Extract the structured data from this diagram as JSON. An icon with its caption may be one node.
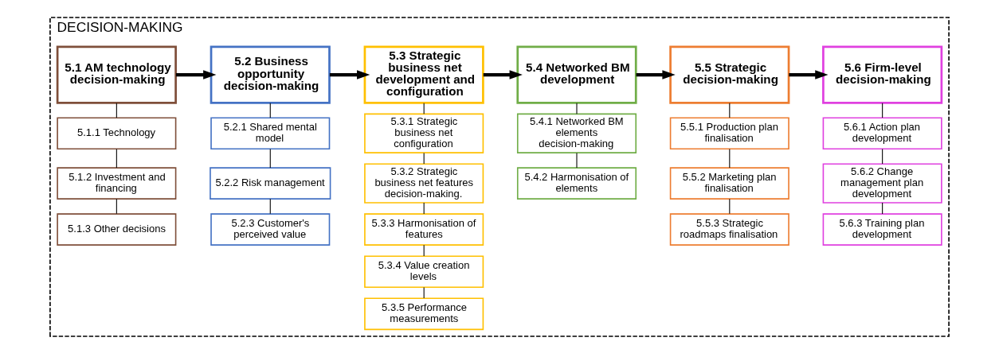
{
  "diagram": {
    "nodes": [
      {
        "text": [
          "DECISION-MAKING"
        ]
      },
      {
        "text": [
          "5.1 AM technology decision-making"
        ],
        "in": 0
      },
      {
        "text": [
          "5.1.1 Technology"
        ],
        "in": 0
      },
      {
        "text": [
          "5.1.2 Investment and financing"
        ],
        "in": 0
      },
      {
        "text": [
          "5.1.3 Other decisions"
        ],
        "in": 0
      },
      {
        "text": [
          "5.2 Business opportunity decision-making"
        ],
        "in": 0
      },
      {
        "text": [
          "5.2.1 Shared mental model"
        ],
        "in": 0
      },
      {
        "text": [
          "5.2.2 Risk management"
        ],
        "in": 0
      },
      {
        "text": [
          "5.2.3 Customer's perceived value"
        ],
        "in": 0
      },
      {
        "text": [
          "5.3 Strategic business net development and configuration"
        ],
        "in": 0
      },
      {
        "text": [
          "5.3.1 Strategic business net configuration"
        ],
        "in": 0
      },
      {
        "text": [
          "5.3.2 Strategic business net features decision-making."
        ],
        "in": 0
      },
      {
        "text": [
          "5.3.3 Harmonisation of features"
        ],
        "in": 0
      },
      {
        "text": [
          "5.3.4 Value creation levels"
        ],
        "in": 0
      },
      {
        "text": [
          "5.3.5 Performance measurements"
        ],
        "in": 0
      },
      {
        "text": [
          "5.4 Networked BM development"
        ],
        "in": 0
      },
      {
        "text": [
          "5.4.1 Networked BM elements decision-making"
        ],
        "in": 0
      },
      {
        "text": [
          "5.4.2 Harmonisation of elements"
        ],
        "in": 0
      },
      {
        "text": [
          "5.5 Strategic decision-making"
        ],
        "in": 0
      },
      {
        "text": [
          "5.5.1 Production plan finalisation"
        ],
        "in": 0
      },
      {
        "text": [
          "5.5.2 Marketing plan finalisation"
        ],
        "in": 0
      },
      {
        "text": [
          "5.5.3 Strategic roadmaps finalisation"
        ],
        "in": 0
      },
      {
        "text": [
          "5.6 Firm-level decision-making"
        ],
        "in": 0
      },
      {
        "text": [
          "5.6.1 Action plan development"
        ],
        "in": 0
      },
      {
        "text": [
          "5.6.2 Change management plan development"
        ],
        "in": 0
      },
      {
        "text": [
          "5.6.3 Training plan development"
        ],
        "in": 0
      }
    ],
    "edges": [
      {
        "from": 1,
        "to": 5,
        "arrow": "to",
        "style": "thick"
      },
      {
        "from": 5,
        "to": 9,
        "arrow": "to",
        "style": "thick"
      },
      {
        "from": 9,
        "to": 15,
        "arrow": "to",
        "style": "thick"
      },
      {
        "from": 15,
        "to": 18,
        "arrow": "to",
        "style": "thick"
      },
      {
        "from": 18,
        "to": 22,
        "arrow": "to",
        "style": "thick"
      },
      {
        "from": 1,
        "to": 2,
        "arrow": "none"
      },
      {
        "from": 2,
        "to": 3,
        "arrow": "none"
      },
      {
        "from": 3,
        "to": 4,
        "arrow": "none"
      },
      {
        "from": 5,
        "to": 6,
        "arrow": "none"
      },
      {
        "from": 6,
        "to": 7,
        "arrow": "none"
      },
      {
        "from": 7,
        "to": 8,
        "arrow": "none"
      },
      {
        "from": 9,
        "to": 10,
        "arrow": "none"
      },
      {
        "from": 10,
        "to": 11,
        "arrow": "none"
      },
      {
        "from": 11,
        "to": 12,
        "arrow": "none"
      },
      {
        "from": 12,
        "to": 13,
        "arrow": "none"
      },
      {
        "from": 13,
        "to": 14,
        "arrow": "none"
      },
      {
        "from": 15,
        "to": 16,
        "arrow": "none"
      },
      {
        "from": 16,
        "to": 17,
        "arrow": "none"
      },
      {
        "from": 18,
        "to": 19,
        "arrow": "none"
      },
      {
        "from": 19,
        "to": 20,
        "arrow": "none"
      },
      {
        "from": 20,
        "to": 21,
        "arrow": "none"
      },
      {
        "from": 22,
        "to": 23,
        "arrow": "none"
      },
      {
        "from": 23,
        "to": 24,
        "arrow": "none"
      },
      {
        "from": 24,
        "to": 25,
        "arrow": "none"
      }
    ]
  }
}
